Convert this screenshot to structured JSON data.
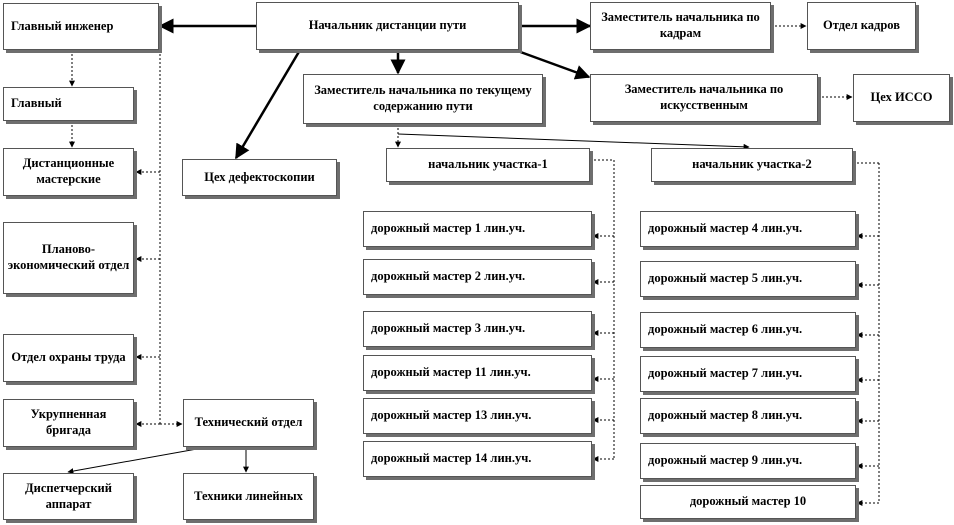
{
  "nodes": {
    "head": "Начальник дистанции пути",
    "chief_engineer": "Главный инженер",
    "chief": "Главный",
    "workshops": "Дистанционные мастерские",
    "planning": "Планово-экономический отдел",
    "safety": "Отдел охраны труда",
    "brigade": "Укрупненная бригада",
    "tech_dept": "Технический отдел",
    "dispatch": "Диспетчерский аппарат",
    "technicians": "Техники линейных",
    "flaw_shop": "Цех дефектоскопии",
    "deputy_maint": "Заместитель начальника по текущему содержанию пути",
    "deputy_comm": "Заместитель начальника по кадрам",
    "hr": "Отдел кадров",
    "deputy_art": "Заместитель начальника по искусственным",
    "isso": "Цех ИССО",
    "sect1": "начальник участка-1",
    "sect2": "начальник участка-2",
    "m1": "дорожный мастер  1 лин.уч.",
    "m2": "дорожный мастер  2 лин.уч.",
    "m3": "дорожный мастер  3 лин.уч.",
    "m11": "дорожный мастер  11 лин.уч.",
    "m13": "дорожный мастер   13 лин.уч.",
    "m14": "дорожный мастер   14 лин.уч.",
    "m4": "дорожный мастер 4 лин.уч.",
    "m5": "дорожный мастер 5 лин.уч.",
    "m6": "дорожный мастер  6 лин.уч.",
    "m7": "дорожный мастер  7 лин.уч.",
    "m8": "дорожный мастер   8 лин.уч.",
    "m9": "дорожный мастер  9 лин.уч.",
    "m10": "дорожный мастер  10"
  }
}
